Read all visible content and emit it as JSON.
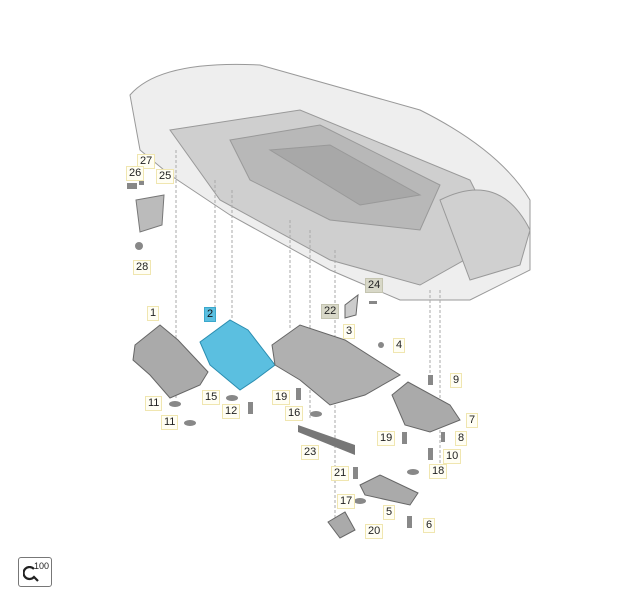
{
  "diagram": {
    "labels": {
      "l1": "1",
      "l2": "2",
      "l3": "3",
      "l4": "4",
      "l5": "5",
      "l6": "6",
      "l7": "7",
      "l8": "8",
      "l9": "9",
      "l10": "10",
      "l11a": "11",
      "l11b": "11",
      "l12": "12",
      "l15": "15",
      "l16": "16",
      "l17": "17",
      "l18": "18",
      "l19a": "19",
      "l19b": "19",
      "l20": "20",
      "l21": "21",
      "l22": "22",
      "l23": "23",
      "l24": "24",
      "l25": "25",
      "l26": "26",
      "l27": "27",
      "l28": "28"
    },
    "highlight_color": "#5bbfe0"
  },
  "controls": {
    "zoom_label": "100"
  }
}
